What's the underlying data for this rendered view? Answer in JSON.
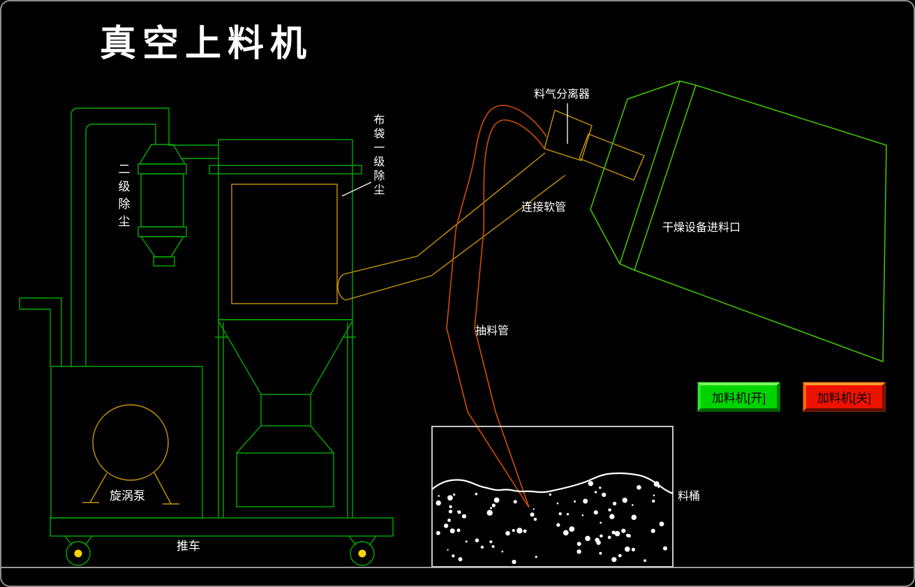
{
  "title": "真空上料机",
  "labels": {
    "secondary_dust": "二级除尘",
    "bag_primary_dust": "布袋一级除尘",
    "separator": "料气分离器",
    "hose": "连接软管",
    "dryer_inlet": "干燥设备进料口",
    "suction_pipe": "抽料管",
    "vortex_pump": "旋涡泵",
    "cart": "推车",
    "barrel": "料桶"
  },
  "buttons": {
    "feeder_on": "加料机[开]",
    "feeder_off": "加料机[关]"
  },
  "colors": {
    "background": "#000000",
    "machine_green": "#00ab00",
    "dryer_green": "#44cc00",
    "gold": "#c8960c",
    "pipe_orange": "#d14e08",
    "button_on_face": "#00d400",
    "button_off_face": "#ee1200",
    "wheel_hub_yellow": "#ffd400",
    "text_white": "#ffffff",
    "barrel_gray": "#c8c8c8"
  }
}
